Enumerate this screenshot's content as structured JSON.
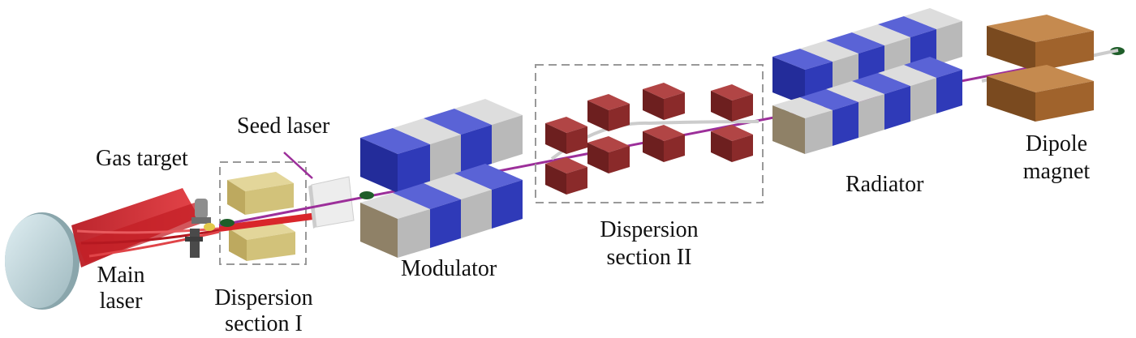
{
  "labels": {
    "seed_laser": "Seed laser",
    "gas_target": "Gas target",
    "main_laser_1": "Main",
    "main_laser_2": "laser",
    "dispersion_1_a": "Dispersion",
    "dispersion_1_b": "section I",
    "modulator": "Modulator",
    "dispersion_2_a": "Dispersion",
    "dispersion_2_b": "section II",
    "radiator": "Radiator",
    "dipole_1": "Dipole",
    "dipole_2": "magnet"
  },
  "colors": {
    "laser_red": "#d9262b",
    "beam_purple": "#9c2f9a",
    "magnet_blue": "#2f3ab8",
    "magnet_gray": "#b9b9b9",
    "chicane_red": "#8a2a2a",
    "gold_magnet": "#d2c27a",
    "dipole_brown": "#a0632c",
    "bunch_green": "#1f5e2a",
    "mirror_blue": "#c9dde2",
    "dashed_box": "#999999"
  }
}
